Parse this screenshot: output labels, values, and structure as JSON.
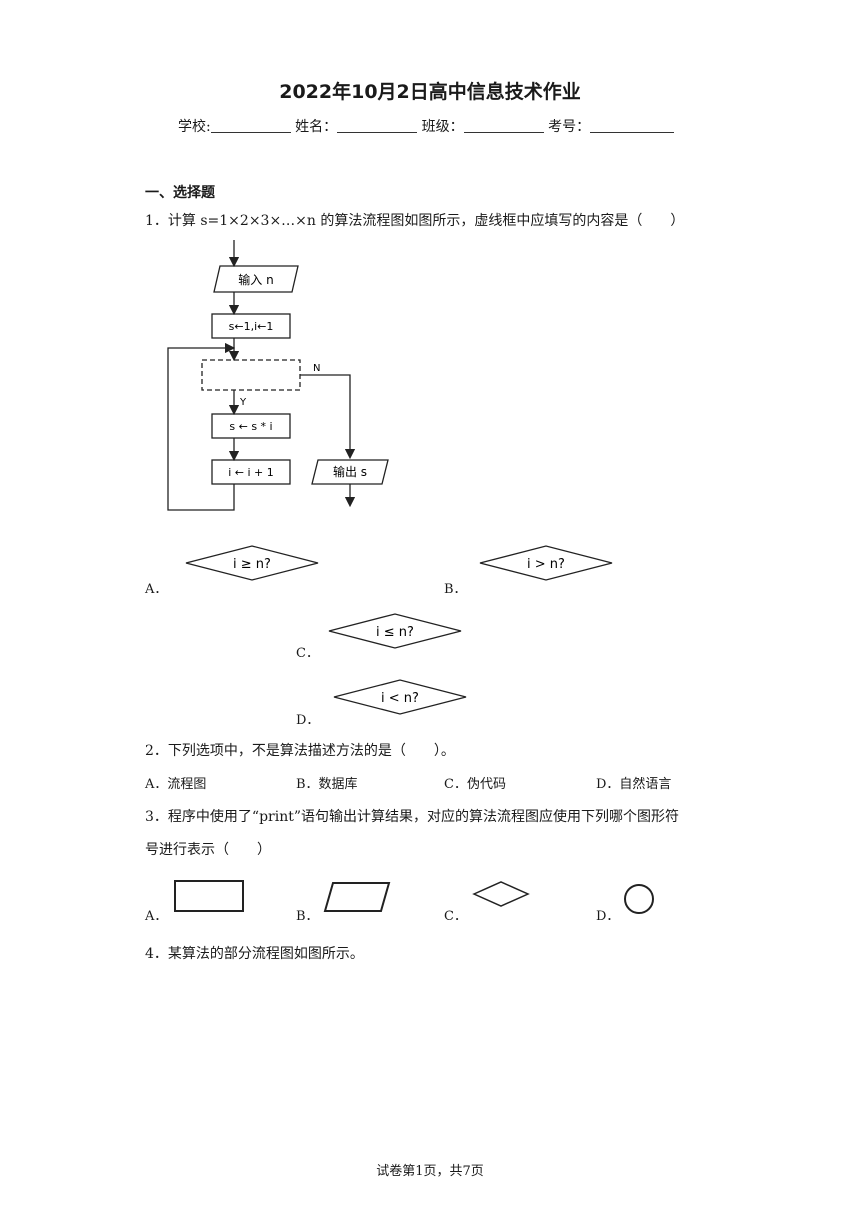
{
  "title": "2022年10月2日高中信息技术作业",
  "info": {
    "school_label": "学校:",
    "name_label": "姓名：",
    "class_label": "班级：",
    "number_label": "考号："
  },
  "section_1": "一、选择题",
  "questions": {
    "q1": {
      "text": "1．计算 s=1×2×3×…×n 的算法流程图如图所示，虚线框中应填写的内容是（　　）",
      "flow": {
        "input": "输入 n",
        "init": "s←1,i←1",
        "body": "s ← s * i",
        "inc": "i ← i + 1",
        "output": "输出 s",
        "yes": "Y",
        "no": "N"
      },
      "options": [
        {
          "label": "A．",
          "diamond": "i ≥ n?"
        },
        {
          "label": "B．",
          "diamond": "i > n?"
        },
        {
          "label": "C．",
          "diamond": "i ≤ n?"
        },
        {
          "label": "D．",
          "diamond": "i < n?"
        }
      ]
    },
    "q2": {
      "text": "2．下列选项中，不是算法描述方法的是（　　）。",
      "options": [
        "A．流程图",
        "B．数据库",
        "C．伪代码",
        "D．自然语言"
      ]
    },
    "q3": {
      "text_line1": "3．程序中使用了“print”语句输出计算结果，对应的算法流程图应使用下列哪个图形符",
      "text_line2": "号进行表示（　　）",
      "options": [
        "A．",
        "B．",
        "C．",
        "D．"
      ]
    },
    "q4": {
      "text": "4．某算法的部分流程图如图所示。"
    }
  },
  "footer": "试卷第1页，共7页"
}
